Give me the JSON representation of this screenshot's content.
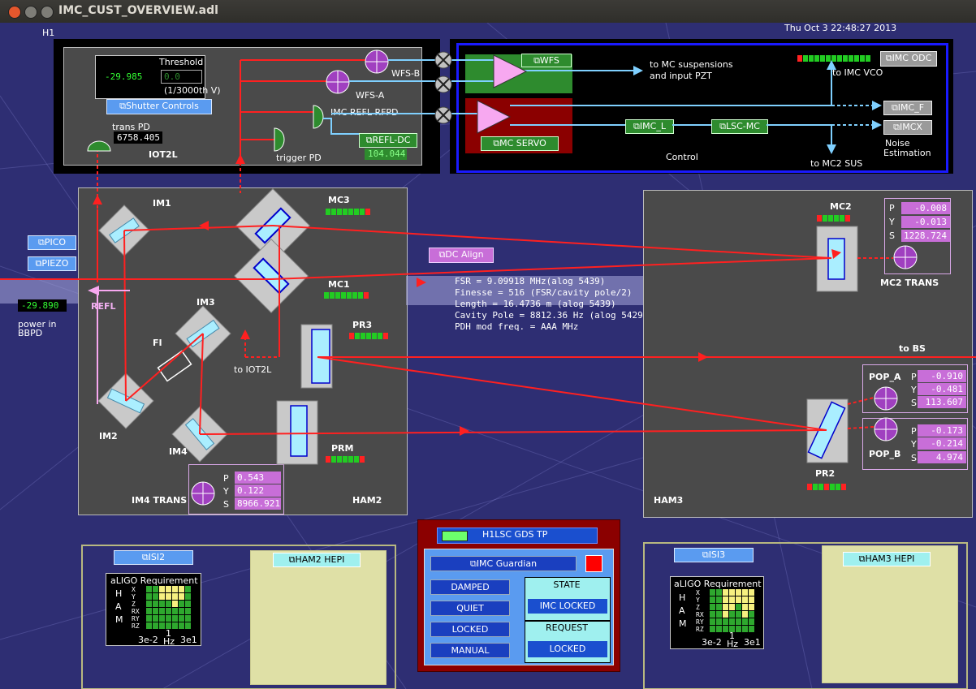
{
  "window": {
    "title": "IMC_CUST_OVERVIEW.adl"
  },
  "header": {
    "site": "H1",
    "datetime": "Thu Oct  3 22:48:27 2013"
  },
  "iot2l": {
    "threshold_label": "Threshold",
    "threshold_value": "0.0",
    "threshold_unit": "(1/3000th V)",
    "readout": "-29.985",
    "shutter_button": "Shutter Controls",
    "trans_pd_label": "trans PD",
    "trans_pd_value": "6758.405",
    "name": "IOT2L",
    "wfs_b": "WFS-B",
    "wfs_a": "WFS-A",
    "refl_rfpd": "IMC REFL RFPD",
    "refl_dc_button": "REFL-DC",
    "refl_dc_value": "104.044",
    "trigger_pd": "trigger PD"
  },
  "control": {
    "wfs_button": "WFS",
    "to_mc_susp": "to MC suspensions",
    "and_input_pzt": "and input PZT",
    "imc_odc_button": "IMC ODC",
    "to_imc_vco": "to IMC VCO",
    "imc_f_button": "IMC_F",
    "imcx_button": "IMCX",
    "noise_est_1": "Noise",
    "noise_est_2": "Estimation",
    "mc_servo_button": "MC SERVO",
    "imc_l_button": "IMC_L",
    "lsc_mc_button": "LSC-MC",
    "control_label": "Control",
    "to_mc2_sus": "to MC2 SUS"
  },
  "ham2": {
    "name": "HAM2",
    "im1": "IM1",
    "im2": "IM2",
    "im3": "IM3",
    "im4": "IM4",
    "mc1": "MC1",
    "mc3": "MC3",
    "pr3": "PR3",
    "prm": "PRM",
    "fi": "FI",
    "to_iot2l": "to IOT2L",
    "refl": "REFL",
    "im4_trans": "IM4 TRANS",
    "im4_p": "0.543",
    "im4_y": "0.122",
    "im4_s": "8966.921"
  },
  "left": {
    "pico_button": "PICO",
    "piezo_button": "PIEZO",
    "power_value": "-29.890",
    "power_label_1": "power in",
    "power_label_2": "BBPD"
  },
  "dc_align_button": "DC Align",
  "cavity": {
    "fsr": "FSR = 9.09918 MHz(alog 5439)",
    "finesse": "Finesse = 516 (FSR/cavity pole/2)",
    "length": "Length = 16.4736 m (alog 5439)",
    "pole": "Cavity Pole = 8812.36 Hz (alog 5429)",
    "pdh": "PDH mod freq. = AAA MHz"
  },
  "ham3": {
    "name": "HAM3",
    "mc2": "MC2",
    "mc2_trans": "MC2 TRANS",
    "mc2_p": "-0.008",
    "mc2_y": "-0.013",
    "mc2_s": "1228.724",
    "to_bs": "to BS",
    "pop_a": "POP_A",
    "pop_a_p": "-0.910",
    "pop_a_y": "-0.481",
    "pop_a_s": "113.607",
    "pop_b": "POP_B",
    "pop_b_p": "-0.173",
    "pop_b_y": "-0.214",
    "pop_b_s": "4.974",
    "pr2": "PR2"
  },
  "pys": {
    "p": "P",
    "y": "Y",
    "s": "S"
  },
  "isi_left": {
    "isi_button": "ISI2",
    "hepi_button": "HAM2 HEPI",
    "req_title": "aLIGO Requirement",
    "ham_letters": [
      "H",
      "A",
      "M"
    ],
    "dofs": [
      "X",
      "Y",
      "Z",
      "RX",
      "RY",
      "RZ"
    ],
    "x_lo": "3e-2",
    "x_mid": "1",
    "x_unit": "Hz",
    "x_hi": "3e1"
  },
  "isi_right": {
    "isi_button": "ISI3",
    "hepi_button": "HAM3 HEPI",
    "req_title": "aLIGO Requirement",
    "ham_letters": [
      "H",
      "A",
      "M"
    ],
    "dofs": [
      "X",
      "Y",
      "Z",
      "RX",
      "RY",
      "RZ"
    ],
    "x_lo": "3e-2",
    "x_mid": "1",
    "x_unit": "Hz",
    "x_hi": "3e1"
  },
  "guardian": {
    "gds_tp": "H1LSC GDS TP",
    "guardian_button": "IMC Guardian",
    "btn_damped": "DAMPED",
    "btn_quiet": "QUIET",
    "btn_locked": "LOCKED",
    "btn_manual": "MANUAL",
    "state_label": "STATE",
    "state_value": "IMC LOCKED",
    "request_label": "REQUEST",
    "request_value": "LOCKED"
  },
  "colors": {
    "beam": "#ff2020",
    "accent_blue": "#5a9bf0",
    "violet": "#c86ed8",
    "green": "#2e8b2e"
  }
}
